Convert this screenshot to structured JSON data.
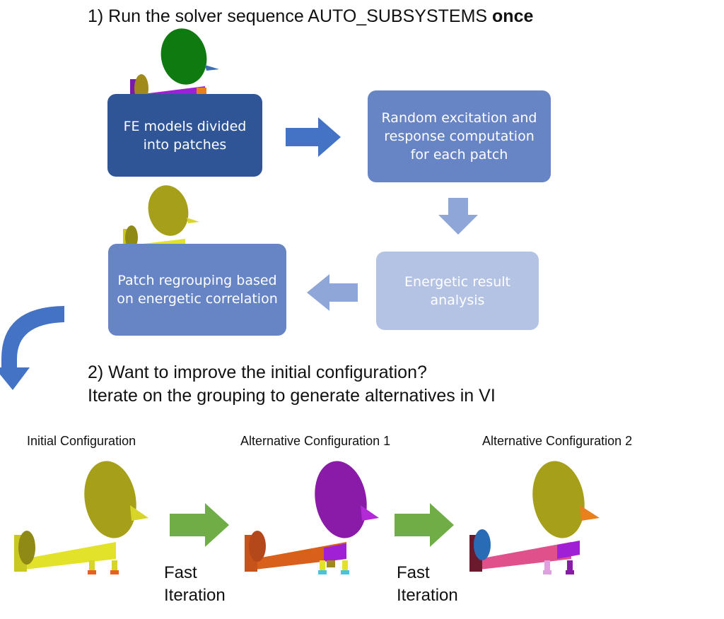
{
  "step1": {
    "prefix": "1) Run the solver sequence AUTO_SUBSYSTEMS ",
    "emphasis": "once"
  },
  "boxes": {
    "fe_models": [
      "FE models divided",
      "into patches"
    ],
    "random_excitation": [
      "Random excitation and",
      "response computation",
      "for each patch"
    ],
    "energetic_analysis": [
      "Energetic result",
      "analysis"
    ],
    "regrouping": [
      "Patch regrouping based",
      "on energetic correlation"
    ]
  },
  "step2": {
    "line1": "2) Want to improve the initial configuration?",
    "line2": "Iterate on the grouping to generate alternatives in VI"
  },
  "configs": {
    "initial": "Initial Configuration",
    "alt1": "Alternative Configuration 1",
    "alt2": "Alternative Configuration 2"
  },
  "iteration": {
    "word1": "Fast",
    "word2": "Iteration"
  },
  "colors": {
    "dark_box": "#2f5597",
    "mid_box": "#6784c4",
    "light_box": "#b4c3e4",
    "arrow_blue": "#4472c4",
    "arrow_green": "#70ad47"
  }
}
